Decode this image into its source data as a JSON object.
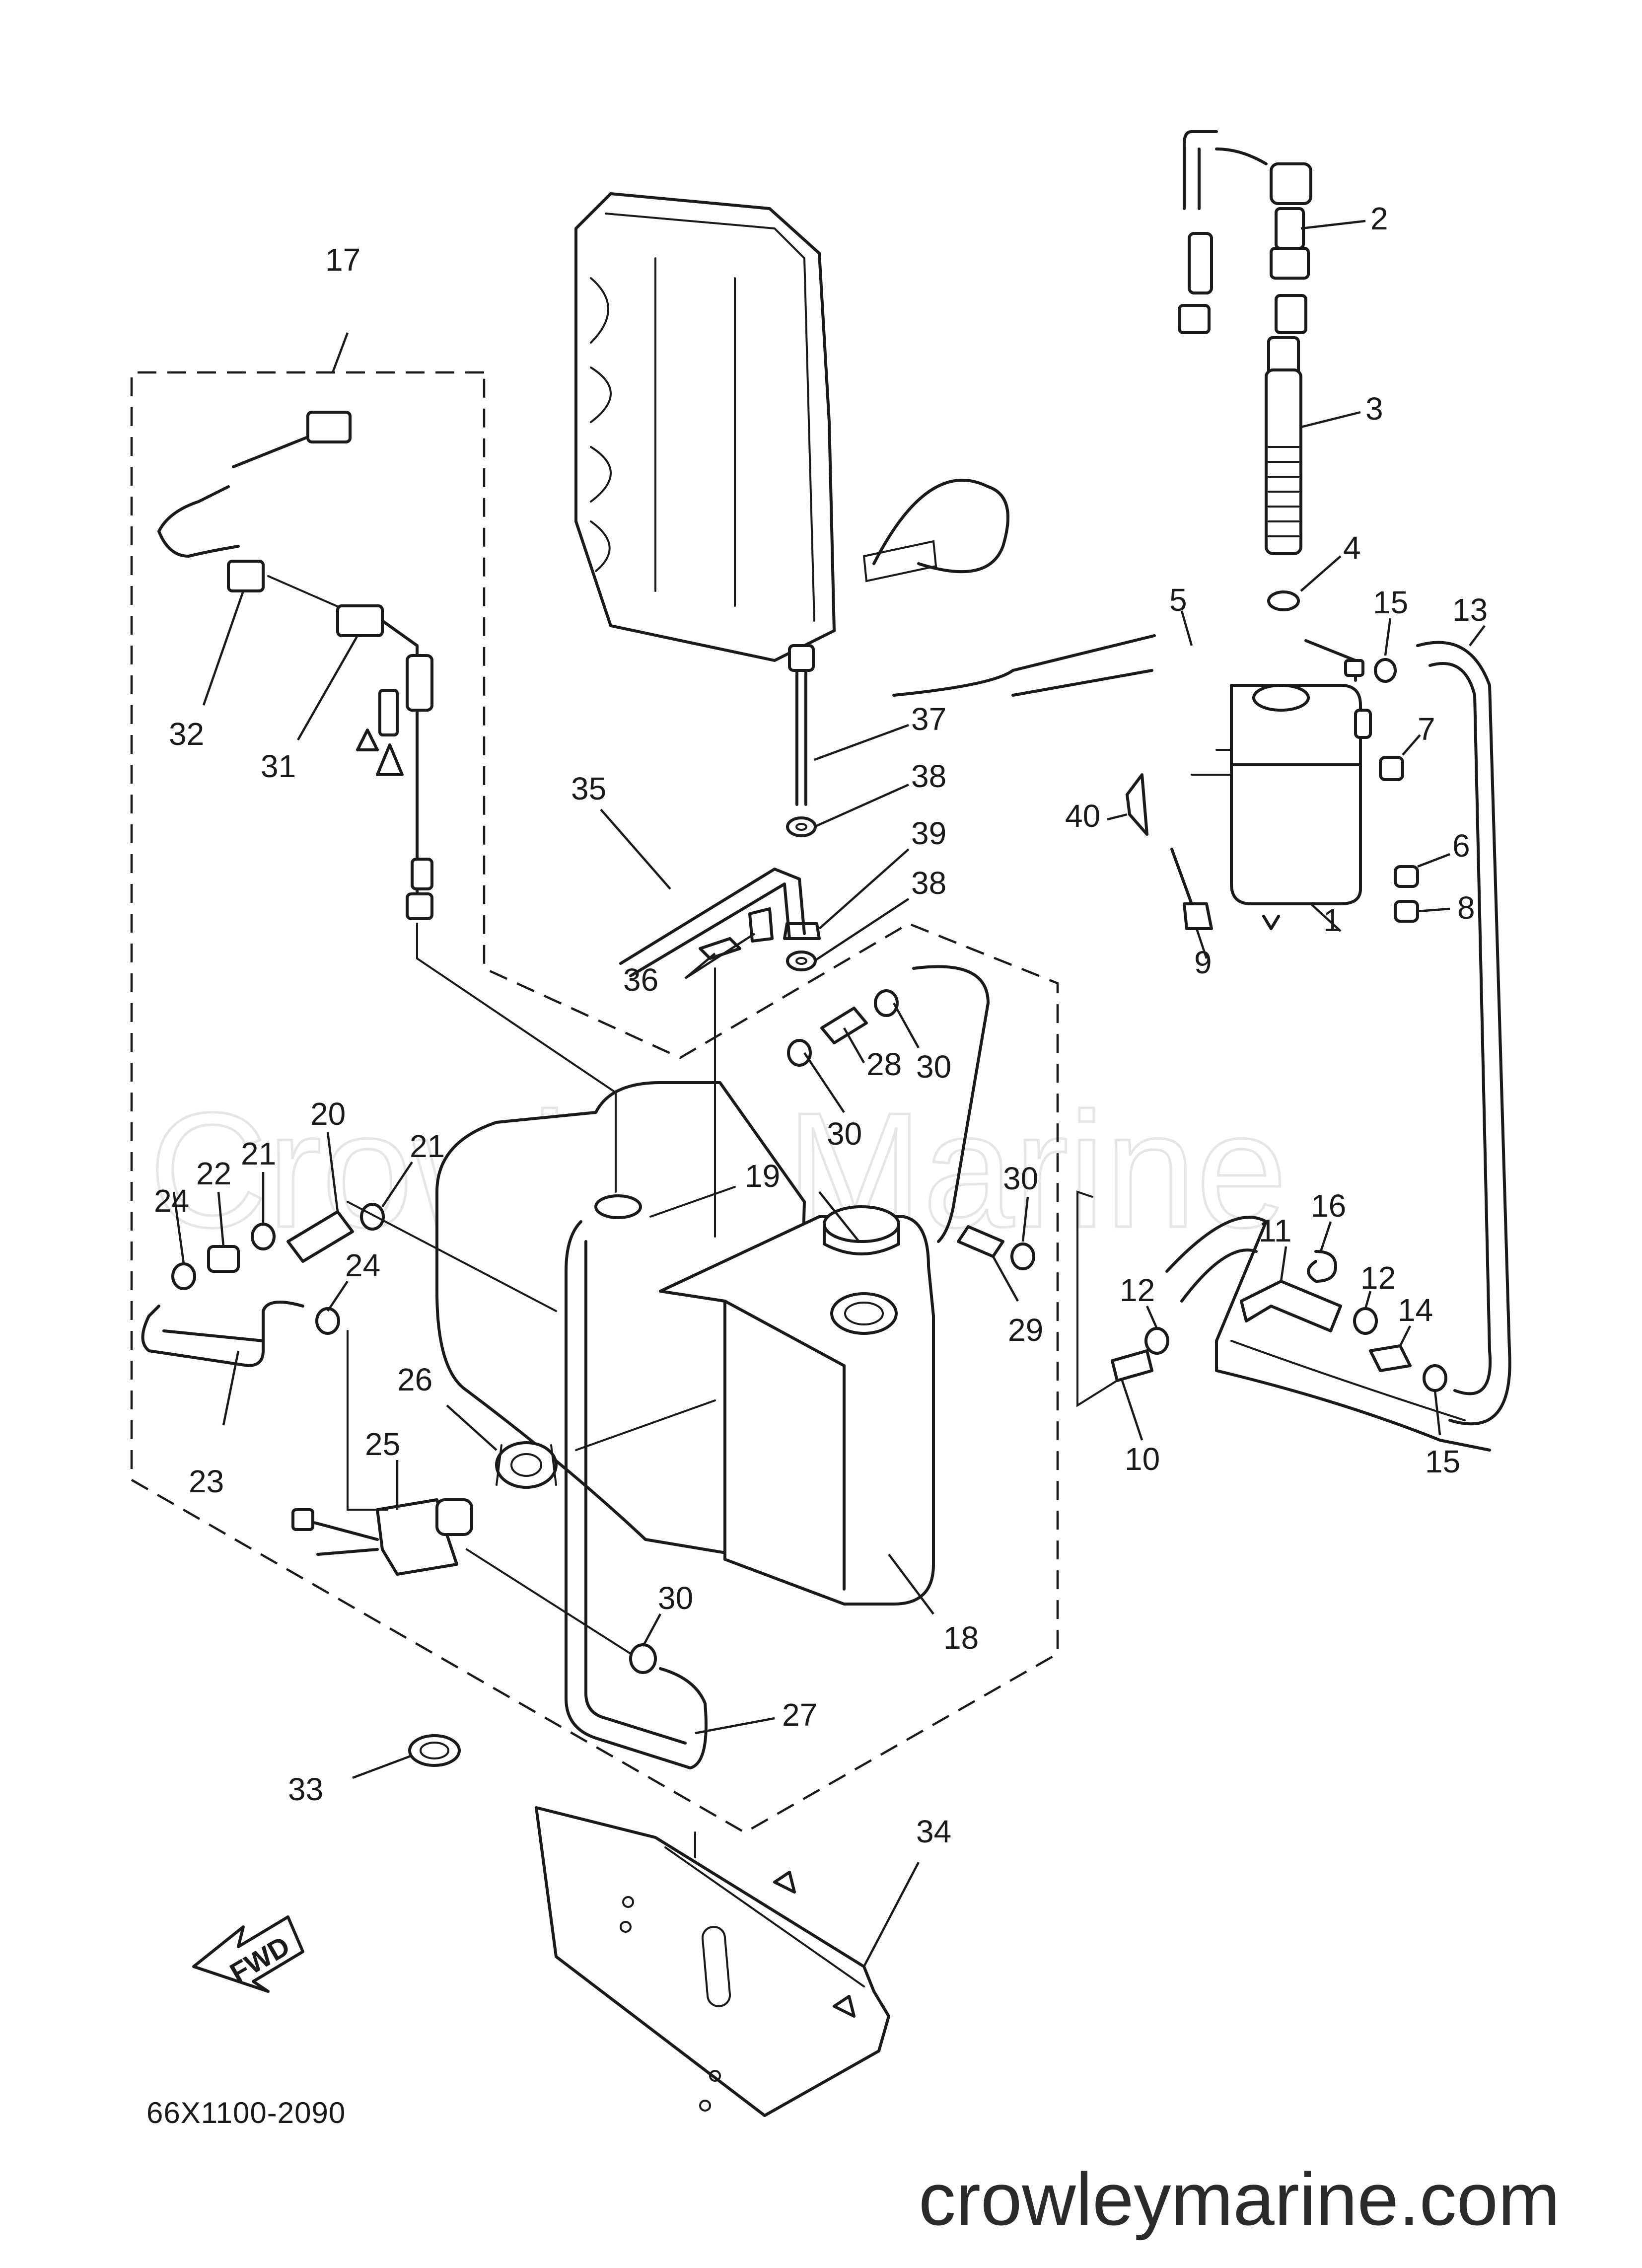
{
  "diagram": {
    "part_number": "66X1100-2090",
    "fwd_label": "FWD",
    "watermark": "Crowley Marine",
    "site_url": "crowleymarine.com",
    "callouts": [
      "1",
      "2",
      "3",
      "4",
      "5",
      "6",
      "7",
      "8",
      "9",
      "10",
      "11",
      "12",
      "13",
      "14",
      "15",
      "16",
      "17",
      "18",
      "19",
      "20",
      "21",
      "22",
      "23",
      "24",
      "25",
      "26",
      "27",
      "28",
      "29",
      "30",
      "31",
      "32",
      "33",
      "34",
      "35",
      "36",
      "37",
      "38",
      "39",
      "40"
    ]
  }
}
